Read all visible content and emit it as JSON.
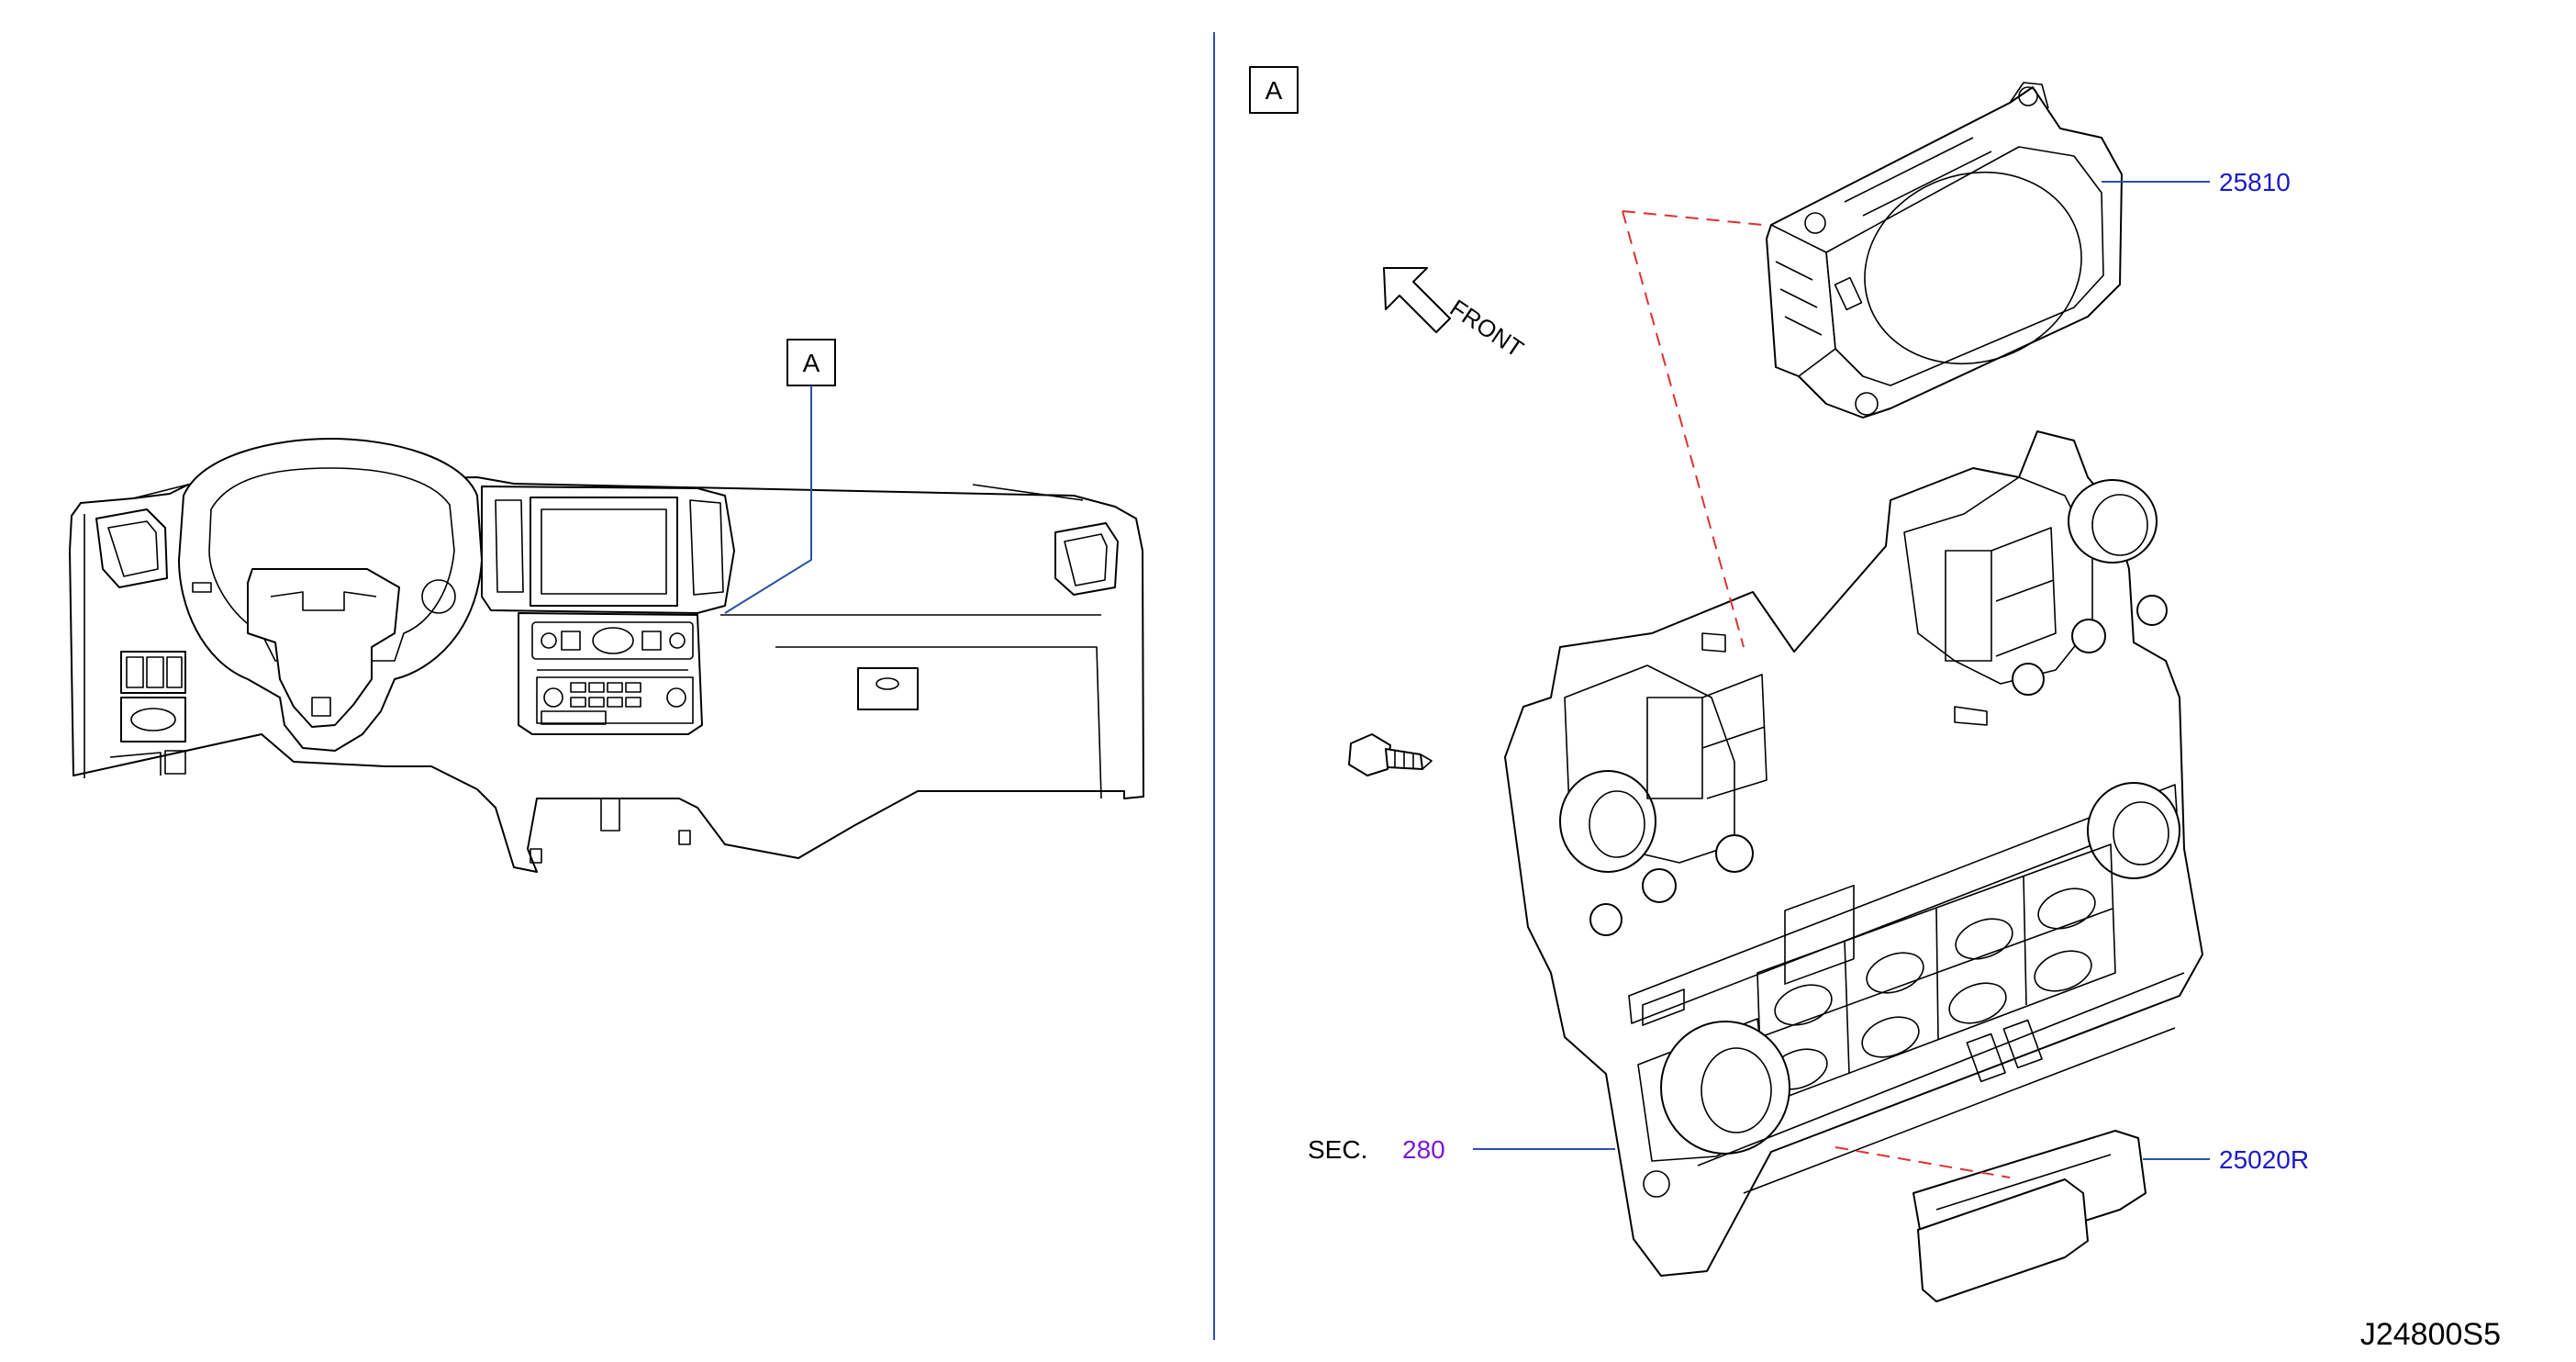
{
  "views": {
    "left_callout": "A",
    "right_callout": "A",
    "front_label": "FRONT"
  },
  "parts": [
    {
      "id": "25810"
    },
    {
      "id": "25020R"
    }
  ],
  "section_ref": {
    "prefix": "SEC.",
    "number": "280"
  },
  "diagram_code": "J24800S5",
  "colors": {
    "leader": "#2a4fa8",
    "part_number": "#1a1acc",
    "section_number": "#7a18d8",
    "alignment_dash": "#e03030"
  }
}
